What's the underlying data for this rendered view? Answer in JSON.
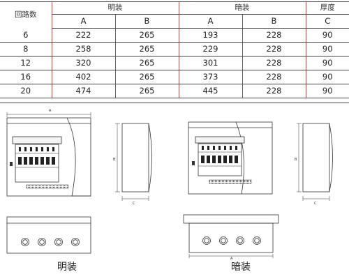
{
  "table": {
    "circuits_label": "回路数",
    "surface_label": "明装",
    "flush_label": "暗装",
    "thickness_label": "厚度",
    "sub_a1": "A",
    "sub_b1": "B",
    "sub_a2": "A",
    "sub_b2": "B",
    "sub_c": "C",
    "rows": [
      [
        "6",
        "222",
        "265",
        "193",
        "228",
        "90"
      ],
      [
        "8",
        "258",
        "265",
        "229",
        "228",
        "90"
      ],
      [
        "12",
        "320",
        "265",
        "301",
        "228",
        "90"
      ],
      [
        "16",
        "402",
        "265",
        "373",
        "228",
        "90"
      ],
      [
        "20",
        "474",
        "265",
        "445",
        "228",
        "90"
      ]
    ]
  },
  "drawings": {
    "dim_a_left": "A",
    "dim_b_left": "B",
    "dim_c_left": "C",
    "dim_b_right": "B",
    "dim_c_right": "C",
    "dim_a_bottom": "A"
  },
  "captions": {
    "surface": "明装",
    "flush": "暗装"
  }
}
